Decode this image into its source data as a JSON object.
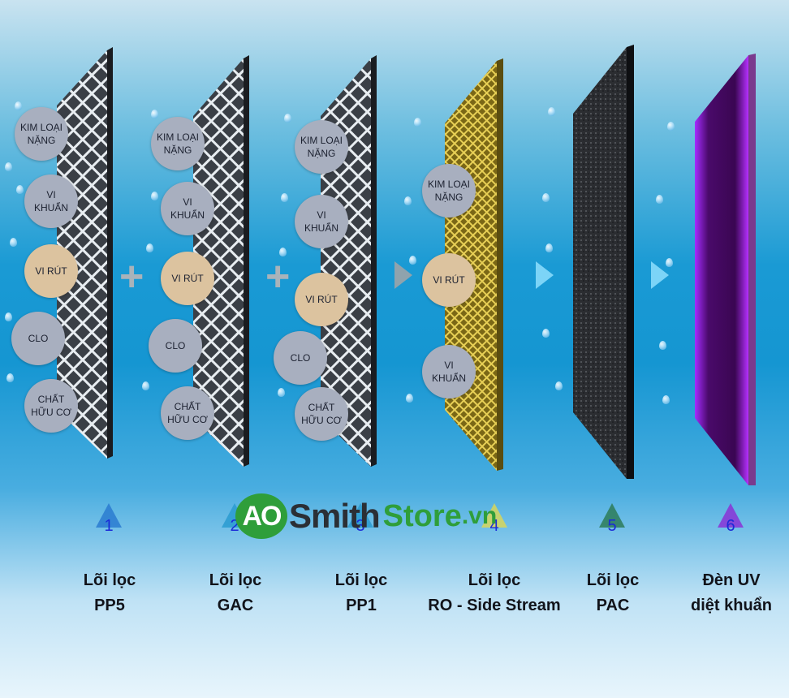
{
  "brand": {
    "logo_circle": "AO",
    "logo_smith": "Smith",
    "logo_store": "Store",
    "logo_vn": ".vn"
  },
  "contaminants": {
    "heavy_metal": "KIM LOẠI\nNẶNG",
    "bacteria": "VI\nKHUẨN",
    "virus": "VI RÚT",
    "chlorine": "CLO",
    "organic": "CHẤT\nHỮU CƠ"
  },
  "stages": [
    {
      "number": "1",
      "caption": "Lõi lọc\nPP5",
      "color": "#2a7bd0"
    },
    {
      "number": "2",
      "caption": "Lõi lọc\nGAC",
      "color": "#2a9bd0"
    },
    {
      "number": "3",
      "caption": "Lõi lọc\nPP1",
      "color": "#2a9bd0"
    },
    {
      "number": "4",
      "caption": "Lõi lọc\nRO - Side Stream",
      "color": "#d7d65a"
    },
    {
      "number": "5",
      "caption": "Lõi lọc\nPAC",
      "color": "#2d7b58"
    },
    {
      "number": "6",
      "caption": "Đèn UV\ndiệt khuẩn",
      "color": "#8a33d6"
    }
  ],
  "colors": {
    "mesh": "#e8edf1",
    "ro": "#c9b23a",
    "carbon": "#2a2c30",
    "uv": "#9a24f0"
  }
}
